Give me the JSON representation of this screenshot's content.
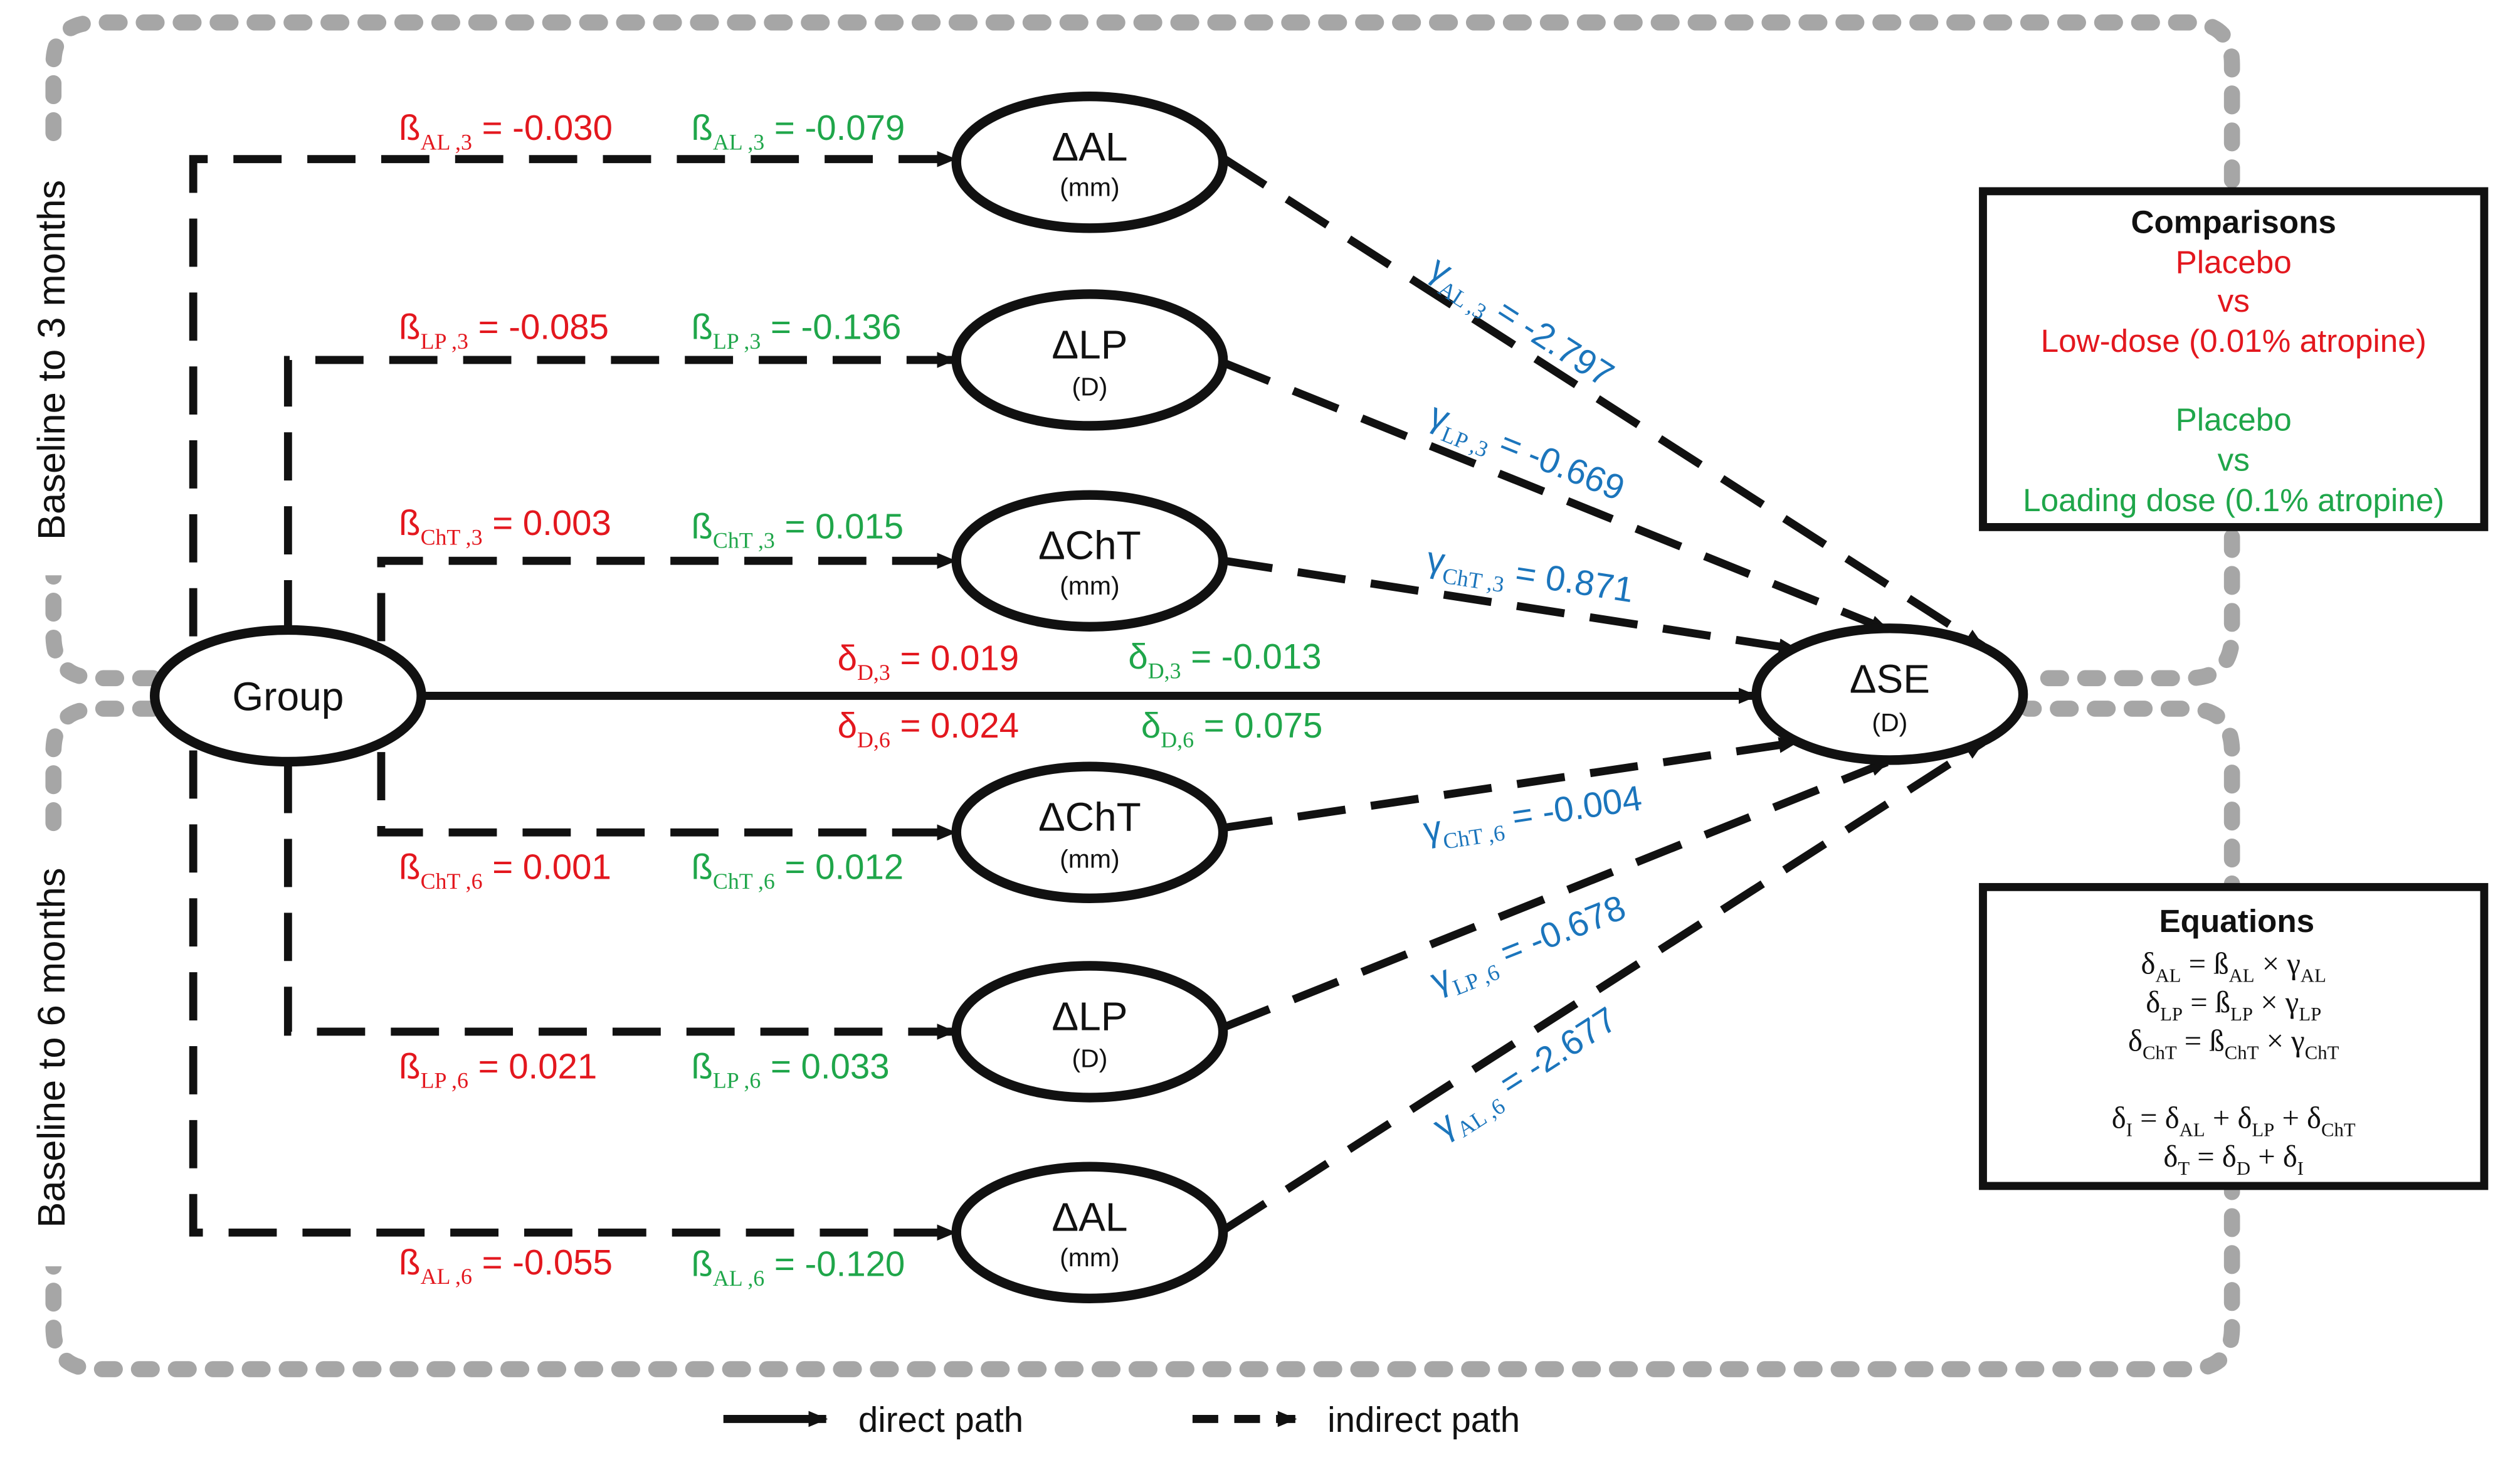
{
  "periods": {
    "three_months": "Baseline to 3 months",
    "six_months": "Baseline to 6 months"
  },
  "nodes": {
    "group": "Group",
    "se": {
      "label": "ΔSE",
      "unit": "(D)"
    },
    "al3": {
      "label": "ΔAL",
      "unit": "(mm)"
    },
    "lp3": {
      "label": "ΔLP",
      "unit": "(D)"
    },
    "cht3": {
      "label": "ΔChT",
      "unit": "(mm)"
    },
    "cht6": {
      "label": "ΔChT",
      "unit": "(mm)"
    },
    "lp6": {
      "label": "ΔLP",
      "unit": "(D)"
    },
    "al6": {
      "label": "ΔAL",
      "unit": "(mm)"
    }
  },
  "coefficients": {
    "beta_al3_red": {
      "sym": "ß",
      "sub": "AL ,3",
      "val": " = -0.030"
    },
    "beta_al3_green": {
      "sym": "ß",
      "sub": "AL ,3",
      "val": " = -0.079"
    },
    "beta_lp3_red": {
      "sym": "ß",
      "sub": "LP ,3",
      "val": " = -0.085"
    },
    "beta_lp3_green": {
      "sym": "ß",
      "sub": "LP ,3",
      "val": " = -0.136"
    },
    "beta_cht3_red": {
      "sym": "ß",
      "sub": "ChT ,3",
      "val": " = 0.003"
    },
    "beta_cht3_green": {
      "sym": "ß",
      "sub": "ChT ,3",
      "val": " = 0.015"
    },
    "delta_d3_red": {
      "sym": "δ",
      "sub": "D,3",
      "val": " = 0.019"
    },
    "delta_d3_green": {
      "sym": "δ",
      "sub": "D,3",
      "val": " = -0.013"
    },
    "delta_d6_red": {
      "sym": "δ",
      "sub": "D,6",
      "val": " = 0.024"
    },
    "delta_d6_green": {
      "sym": "δ",
      "sub": "D,6",
      "val": " = 0.075"
    },
    "beta_cht6_red": {
      "sym": "ß",
      "sub": "ChT ,6",
      "val": " = 0.001"
    },
    "beta_cht6_green": {
      "sym": "ß",
      "sub": "ChT ,6",
      "val": " = 0.012"
    },
    "beta_lp6_red": {
      "sym": "ß",
      "sub": "LP ,6",
      "val": " = 0.021"
    },
    "beta_lp6_green": {
      "sym": "ß",
      "sub": "LP ,6",
      "val": " = 0.033"
    },
    "beta_al6_red": {
      "sym": "ß",
      "sub": "AL ,6",
      "val": " = -0.055"
    },
    "beta_al6_green": {
      "sym": "ß",
      "sub": "AL ,6",
      "val": " = -0.120"
    },
    "gamma_al3": {
      "sym": "γ",
      "sub": "AL ,3",
      "val": " = -2.797"
    },
    "gamma_lp3": {
      "sym": "γ",
      "sub": "LP ,3",
      "val": " = -0.669"
    },
    "gamma_cht3": {
      "sym": "γ",
      "sub": "ChT ,3",
      "val": " = 0.871"
    },
    "gamma_cht6": {
      "sym": "γ",
      "sub": "ChT ,6",
      "val": " = -0.004"
    },
    "gamma_lp6": {
      "sym": "γ",
      "sub": "LP ,6",
      "val": " = -0.678"
    },
    "gamma_al6": {
      "sym": "γ",
      "sub": "AL ,6",
      "val": " = -2.677"
    }
  },
  "comparisons": {
    "title": "Comparisons",
    "c1": {
      "a": "Placebo",
      "vs": "vs",
      "b": "Low-dose (0.01% atropine)"
    },
    "c2": {
      "a": "Placebo",
      "vs": "vs",
      "b": "Loading dose (0.1% atropine)"
    }
  },
  "equations": {
    "title": "Equations",
    "eq1": {
      "l": "δ",
      "ls": "AL",
      "m": " = ß",
      "ms": "AL",
      "x": " × γ",
      "xs": "AL"
    },
    "eq2": {
      "l": "δ",
      "ls": "LP",
      "m": " = ß",
      "ms": "LP",
      "x": " × γ",
      "xs": "LP"
    },
    "eq3": {
      "l": "δ",
      "ls": "ChT",
      "m": " = ß",
      "ms": "ChT",
      "x": " × γ",
      "xs": "ChT"
    },
    "eq4": {
      "a": "δ",
      "as": "I",
      "b": " = δ",
      "bs": "AL",
      "c": " + δ",
      "cs": "LP",
      "d": " + δ",
      "ds": "ChT"
    },
    "eq5": {
      "a": "δ",
      "as": "T",
      "b": " = δ",
      "bs": "D",
      "c": " + δ",
      "cs": "I"
    }
  },
  "legend": {
    "direct": "direct path",
    "indirect": "indirect path"
  },
  "colors": {
    "placebo_vs_low_dose": "#e3171e",
    "placebo_vs_loading_dose": "#1fa64a",
    "mediator_to_outcome": "#1b75bc"
  }
}
